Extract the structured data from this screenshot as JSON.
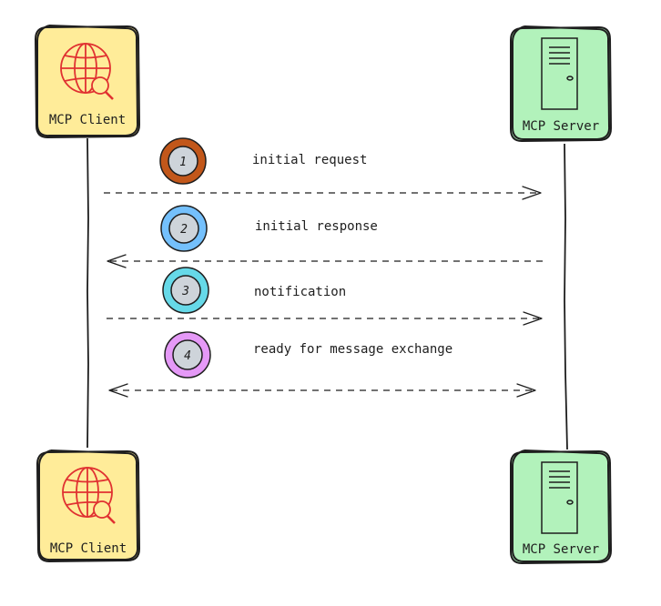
{
  "participants": {
    "client": {
      "label": "MCP Client",
      "icon": "globe-search-icon",
      "fill": "#ffec99",
      "icon_color": "#e03131"
    },
    "server": {
      "label": "MCP Server",
      "icon": "server-tower-icon",
      "fill": "#b2f2bb",
      "icon_color": "#1e1e1e"
    }
  },
  "messages": [
    {
      "step": "1",
      "label": "initial request",
      "direction": "client-to-server",
      "ring_color": "#c2571a",
      "inner_color": "#ced4da"
    },
    {
      "step": "2",
      "label": "initial response",
      "direction": "server-to-client",
      "ring_color": "#74c0fc",
      "inner_color": "#ced4da"
    },
    {
      "step": "3",
      "label": "notification",
      "direction": "client-to-server",
      "ring_color": "#66d9e8",
      "inner_color": "#ced4da"
    },
    {
      "step": "4",
      "label": "ready for message exchange",
      "direction": "bidirectional",
      "ring_color": "#e599f7",
      "inner_color": "#ced4da"
    }
  ]
}
